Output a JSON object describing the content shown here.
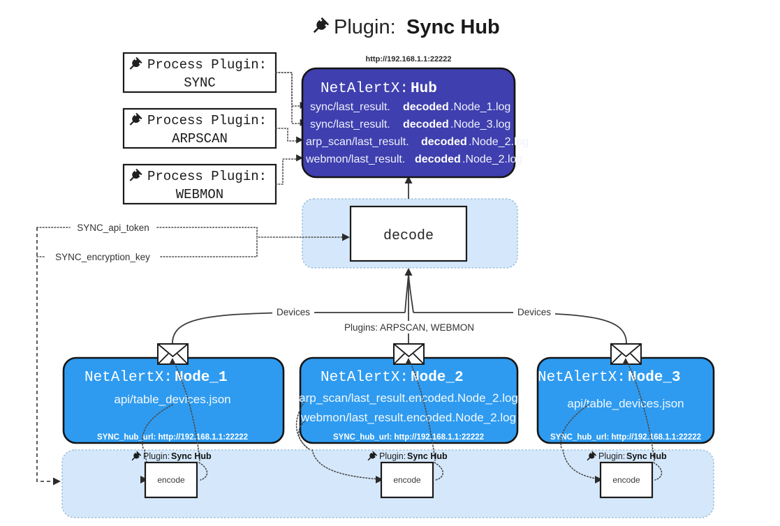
{
  "page": {
    "title_prefix": "Plugin: ",
    "title_name": "Sync Hub",
    "title_icon": "plug-icon"
  },
  "process_plugins": [
    {
      "header": "Process Plugin:",
      "name": "SYNC",
      "icon": "plug-icon"
    },
    {
      "header": "Process Plugin:",
      "name": "ARPSCAN",
      "icon": "plug-icon"
    },
    {
      "header": "Process Plugin:",
      "name": "WEBMON",
      "icon": "plug-icon"
    }
  ],
  "hub": {
    "url": "http://192.168.1.1:22222",
    "label_prefix": "NetAlertX: ",
    "label_name": "Hub",
    "logs": [
      {
        "pre": "sync/last_result.",
        "mid": "decoded",
        "post": ".Node_1.log"
      },
      {
        "pre": "sync/last_result.",
        "mid": "decoded",
        "post": ".Node_3.log"
      },
      {
        "pre": "arp_scan/last_result.",
        "mid": "decoded",
        "post": ".Node_2.log"
      },
      {
        "pre": "webmon/last_result.",
        "mid": "decoded",
        "post": ".Node_2.log"
      }
    ]
  },
  "decode": {
    "label": "decode"
  },
  "settings": {
    "api_token": "SYNC_api_token",
    "encryption_key": "SYNC_encryption_key"
  },
  "edges": {
    "devices_left": "Devices",
    "devices_right": "Devices",
    "plugins_middle": "Plugins: ARPSCAN, WEBMON"
  },
  "nodes": [
    {
      "label_prefix": "NetAlertX: ",
      "label_name": "Node_1",
      "icon": "envelope-icon",
      "lines": [
        "api/table_devices.json"
      ],
      "hub_url_label": "SYNC_hub_url: http://192.168.1.1:22222"
    },
    {
      "label_prefix": "NetAlertX: ",
      "label_name": "Node_2",
      "icon": "envelope-icon",
      "lines": [
        "arp_scan/last_result.encoded.Node_2.log",
        "webmon/last_result.encoded.Node_2.log"
      ],
      "hub_url_label": "SYNC_hub_url: http://192.168.1.1:22222"
    },
    {
      "label_prefix": "NetAlertX: ",
      "label_name": "Node_3",
      "icon": "envelope-icon",
      "lines": [
        "api/table_devices.json"
      ],
      "hub_url_label": "SYNC_hub_url: http://192.168.1.1:22222"
    }
  ],
  "encode_sections": [
    {
      "plugin_prefix": "Plugin: ",
      "plugin_name": "Sync Hub",
      "icon": "plug-icon",
      "box_label": "encode"
    },
    {
      "plugin_prefix": "Plugin: ",
      "plugin_name": "Sync Hub",
      "icon": "plug-icon",
      "box_label": "encode"
    },
    {
      "plugin_prefix": "Plugin: ",
      "plugin_name": "Sync Hub",
      "icon": "plug-icon",
      "box_label": "encode"
    }
  ],
  "colors": {
    "hub": "#3f3faf",
    "node": "#2e9bf0",
    "band": "#d5e8fb",
    "stroke": "#1b1b1b",
    "text_dark": "#1a1a1a"
  }
}
